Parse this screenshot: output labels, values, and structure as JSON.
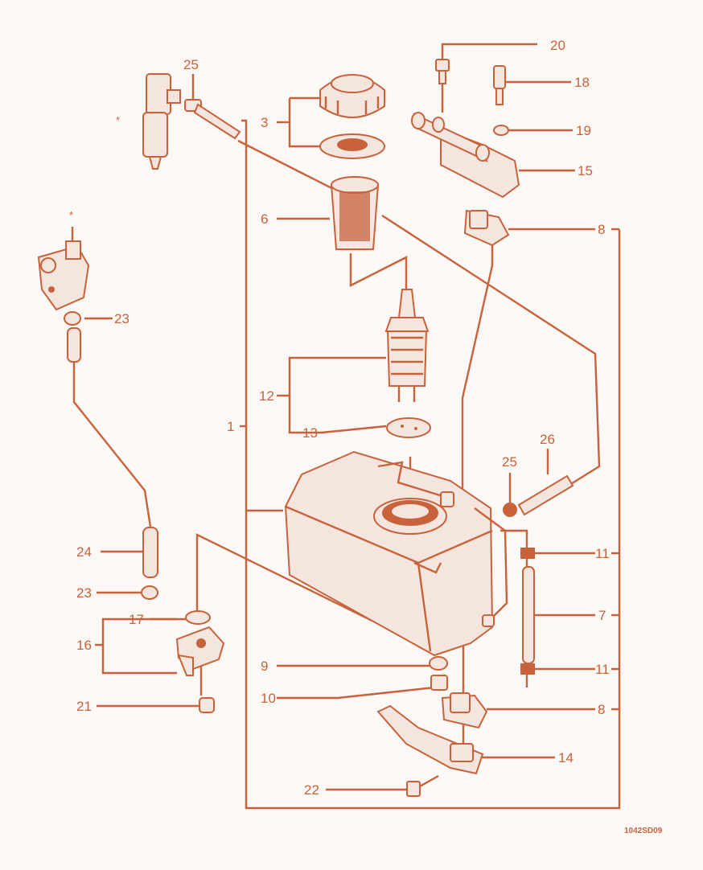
{
  "diagram": {
    "drawing_code": "1042SD09",
    "asterisk": "*",
    "labels": {
      "l1": "1",
      "l3": "3",
      "l6": "6",
      "l7": "7",
      "l8a": "8",
      "l8b": "8",
      "l9": "9",
      "l10": "10",
      "l11a": "11",
      "l11b": "11",
      "l12": "12",
      "l13": "13",
      "l14": "14",
      "l15": "15",
      "l16": "16",
      "l17": "17",
      "l18": "18",
      "l19": "19",
      "l20": "20",
      "l21": "21",
      "l22": "22",
      "l23a": "23",
      "l23b": "23",
      "l24": "24",
      "l25a": "25",
      "l25b": "25",
      "l26": "26"
    }
  }
}
